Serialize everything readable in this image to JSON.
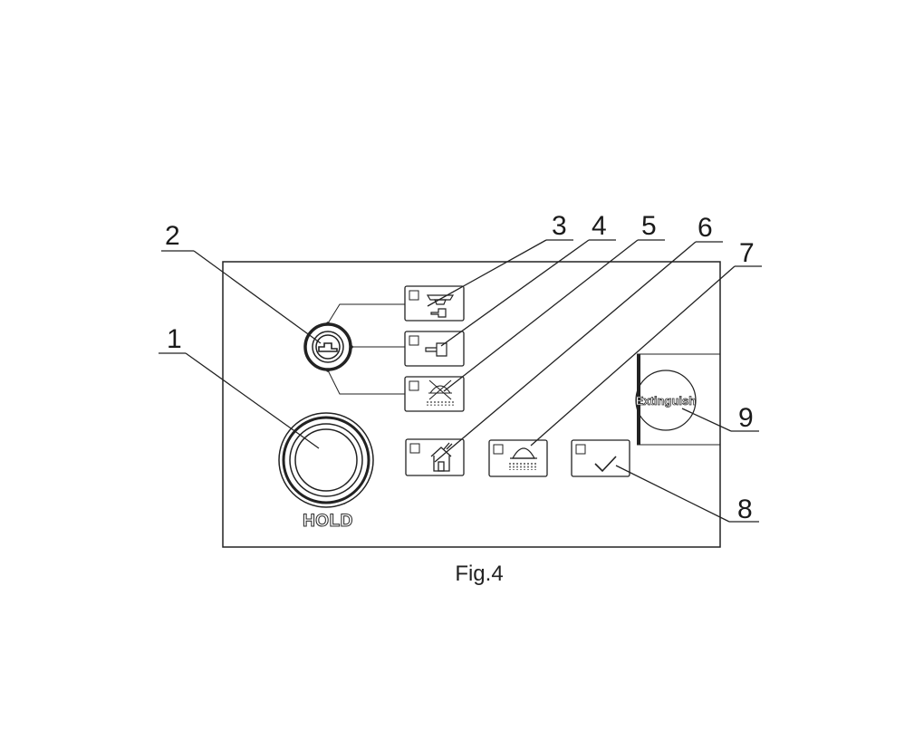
{
  "figure": {
    "caption": "Fig.4",
    "callouts": [
      "1",
      "2",
      "3",
      "4",
      "5",
      "6",
      "7",
      "8",
      "9"
    ]
  },
  "panel": {
    "hold_label": "HOLD",
    "extinguish_label": "Extinguish"
  },
  "icons": {
    "key_switch": "key-icon",
    "smoke_detector_manual": "smoke-detector-hand-icon",
    "manual_call": "hand-pointer-icon",
    "sprinkler_disabled": "sprinkler-crossed-icon",
    "house_fault": "house-fault-icon",
    "sprinkler_active": "sprinkler-icon",
    "confirm": "checkmark-icon"
  },
  "colors": {
    "line": "#222222",
    "background": "#ffffff"
  }
}
